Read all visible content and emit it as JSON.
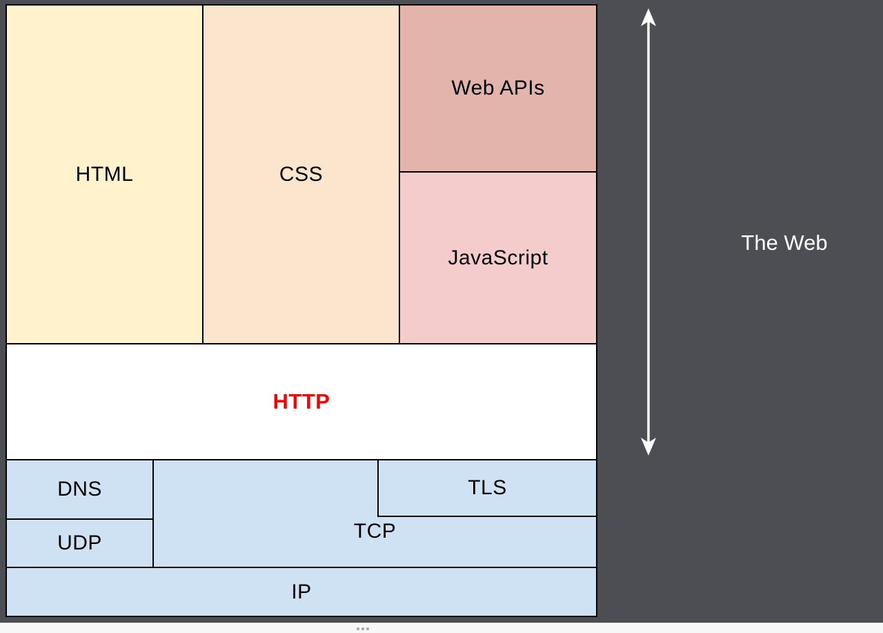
{
  "stack": {
    "html": "HTML",
    "css": "CSS",
    "web_apis": "Web APIs",
    "javascript": "JavaScript",
    "http": "HTTP",
    "dns": "DNS",
    "udp": "UDP",
    "tcp": "TCP",
    "tls": "TLS",
    "ip": "IP"
  },
  "side": {
    "label": "The Web"
  },
  "colors": {
    "background": "#4C4E54",
    "html_fill": "#FFF2CC",
    "css_fill": "#FCE5CD",
    "web_apis_fill": "#E3B4AC",
    "javascript_fill": "#F4CCCC",
    "http_fill": "#FFFFFF",
    "http_text": "#FF0000",
    "network_fill": "#CFE2F3",
    "box_border": "#000000",
    "side_text": "#FFFFFF",
    "arrow": "#FFFFFF"
  }
}
